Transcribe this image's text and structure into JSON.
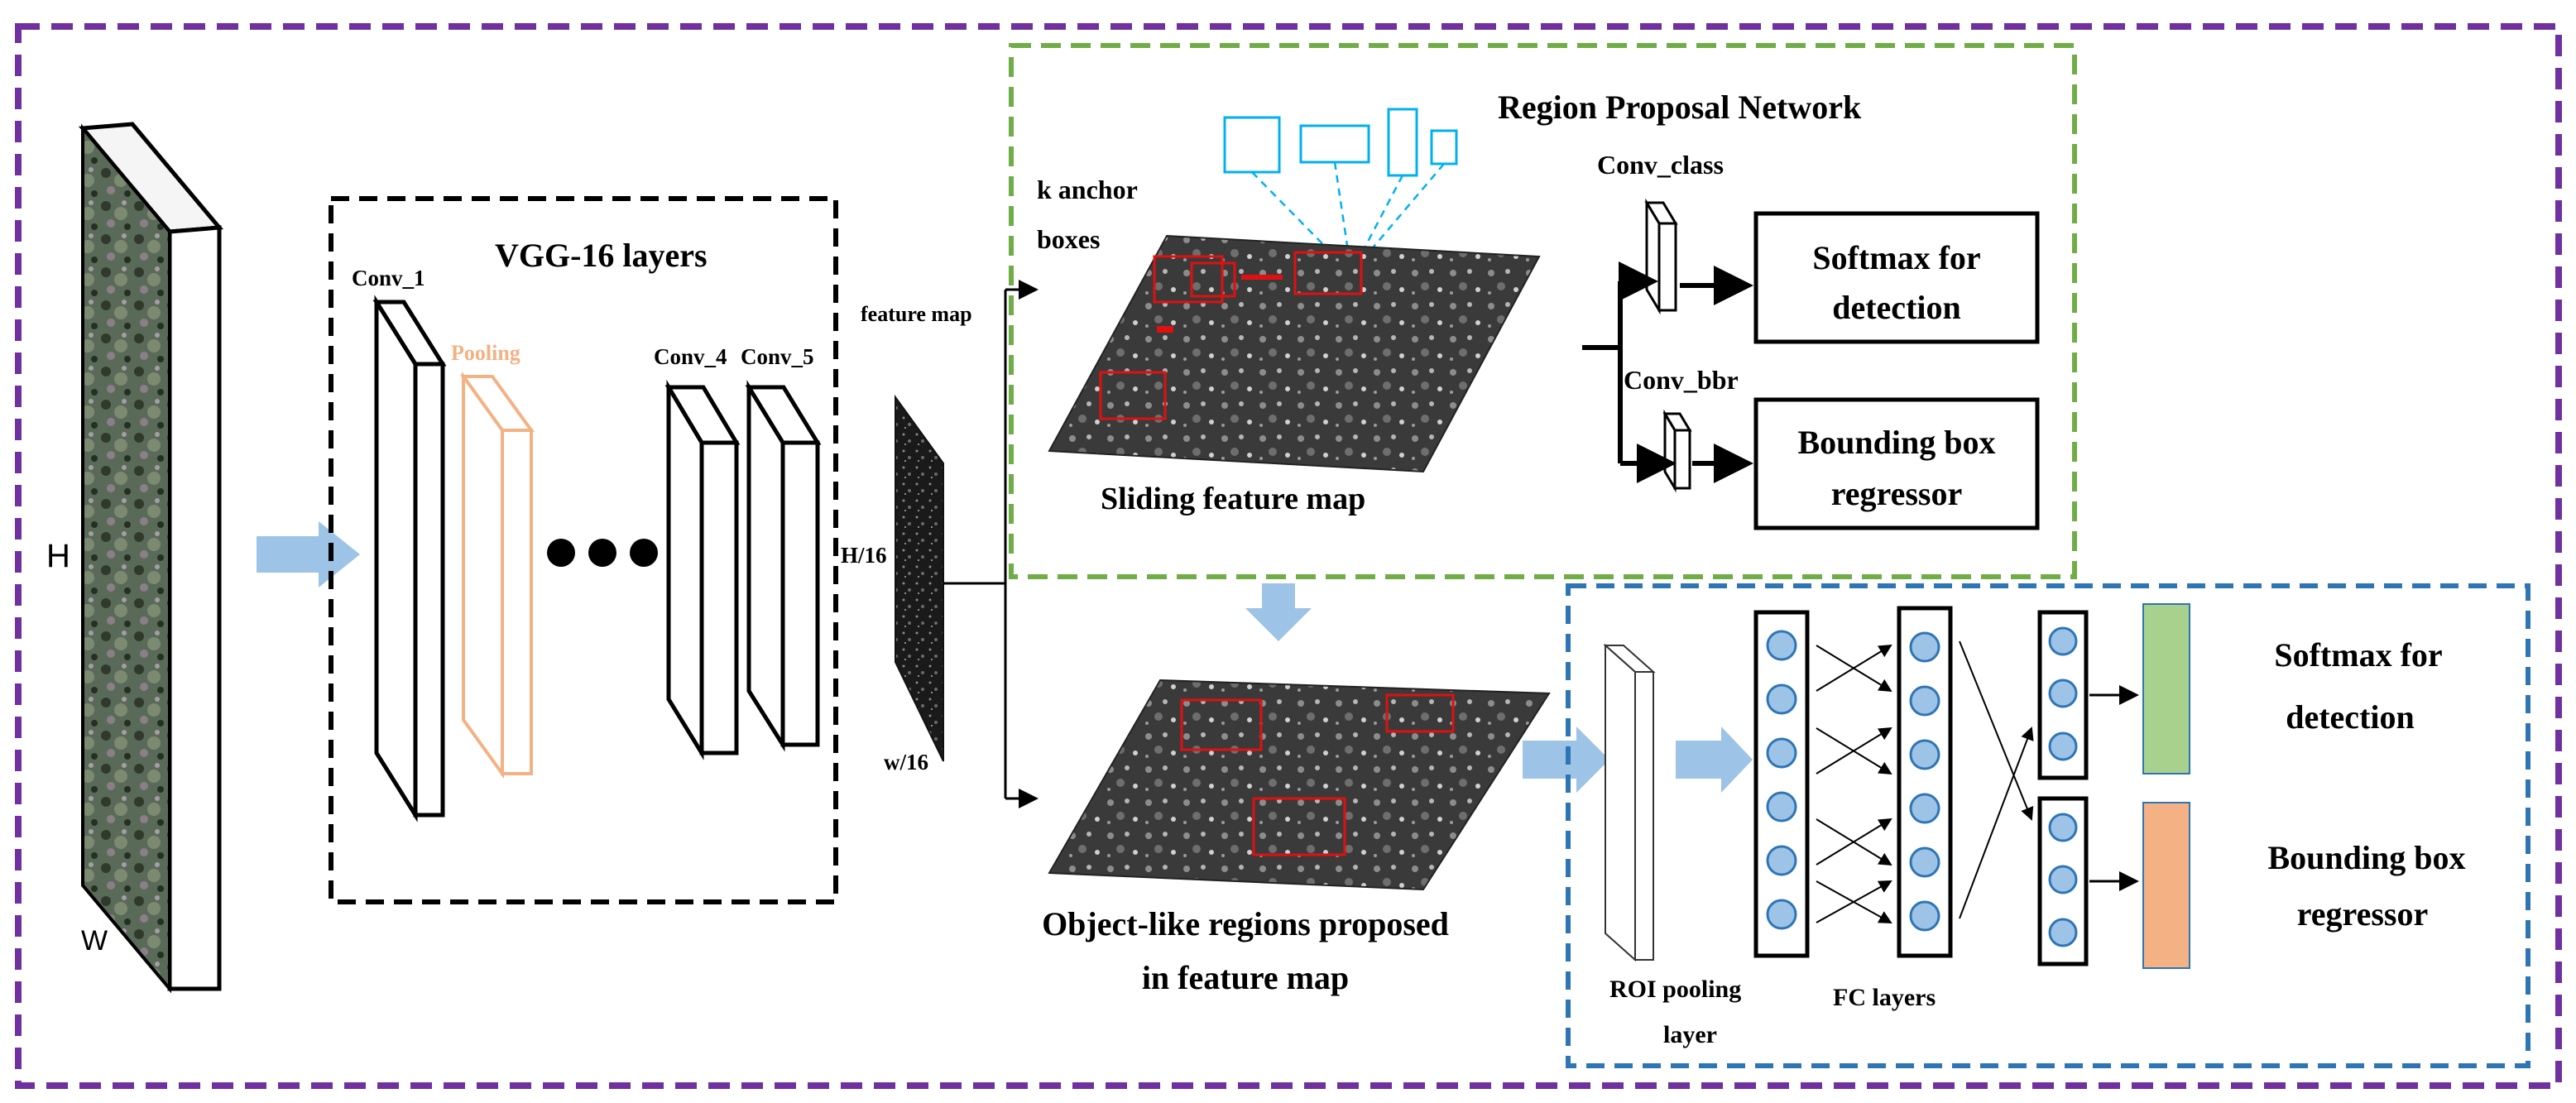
{
  "input": {
    "h_label": "H",
    "w_label": "W"
  },
  "vgg": {
    "title": "VGG-16 layers",
    "conv1_label": "Conv_1",
    "pooling_label": "Pooling",
    "conv4_label": "Conv_4",
    "conv5_label": "Conv_5"
  },
  "feature_map": {
    "label": "feature map",
    "h_label": "H/16",
    "w_label": "w/16"
  },
  "rpn": {
    "title": "Region Proposal Network",
    "anchor_label_line1": "k anchor",
    "anchor_label_line2": "boxes",
    "sliding_label": "Sliding feature map",
    "conv_class_label": "Conv_class",
    "conv_bbr_label": "Conv_bbr",
    "softmax_line1": "Softmax for",
    "softmax_line2": "detection",
    "bbox_line1": "Bounding box",
    "bbox_line2": "regressor"
  },
  "proposals": {
    "line1": "Object-like regions proposed",
    "line2": "in feature map"
  },
  "head": {
    "roi_line1": "ROI pooling",
    "roi_line2": "layer",
    "fc_label": "FC layers",
    "softmax_line1": "Softmax for",
    "softmax_line2": "detection",
    "bbox_line1": "Bounding box",
    "bbox_line2": "regressor"
  },
  "colors": {
    "outer_border": "#7030a0",
    "vgg_border": "#000000",
    "rpn_border": "#70ad47",
    "head_border": "#2e75b6",
    "flow_arrow": "#9dc3e6",
    "pooling": "#f4b183",
    "anchor": "#00b0f0",
    "proposal_box": "#e01010",
    "neuron_fill": "#9dc3e6",
    "neuron_stroke": "#2e75b6",
    "cls_bar": "#a9d18e",
    "reg_bar": "#f4b183"
  }
}
